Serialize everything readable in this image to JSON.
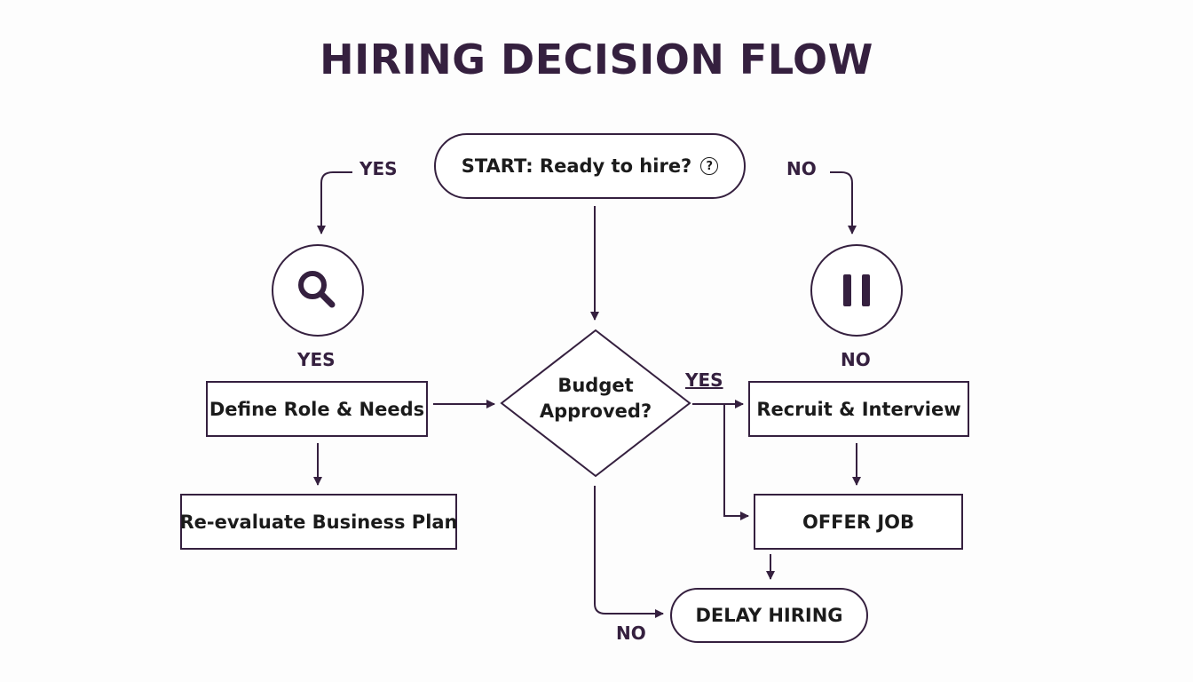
{
  "title": "HIRING DECISION FLOW",
  "colors": {
    "ink": "#35203f",
    "text": "#1b1b1b",
    "background": "#fdfdfd"
  },
  "nodes": {
    "start": {
      "label": "START: Ready to hire?",
      "icon": "help-circle-icon",
      "icon_glyph": "?"
    },
    "search": {
      "icon": "magnifying-glass-icon"
    },
    "pause": {
      "icon": "pause-icon"
    },
    "define_role": {
      "label": "Define Role & Needs"
    },
    "budget": {
      "line1": "Budget",
      "line2": "Approved?"
    },
    "recruit": {
      "label": "Recruit & Interview"
    },
    "reevaluate": {
      "label": "Re-evaluate Business Plan"
    },
    "offer": {
      "label": "OFFER JOB"
    },
    "delay": {
      "label": "DELAY HIRING"
    }
  },
  "labels": {
    "yes_top": "YES",
    "no_top": "NO",
    "yes_left": "YES",
    "no_right": "NO",
    "yes_budget": "YES",
    "no_bottom": "NO"
  }
}
